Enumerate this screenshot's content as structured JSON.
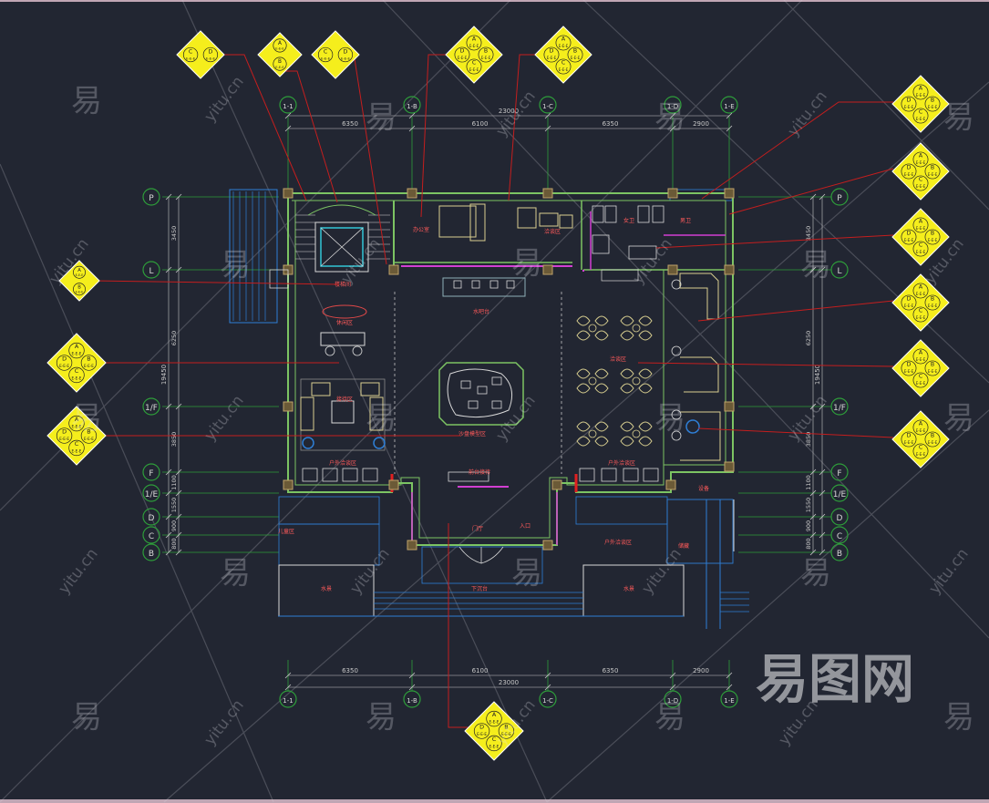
{
  "grid": {
    "x_axes": [
      "1-1",
      "1-B",
      "1-C",
      "1-D",
      "1-E"
    ],
    "y_axes": [
      "P",
      "L",
      "1/F",
      "F",
      "1/E",
      "D",
      "C",
      "B"
    ],
    "top_spans": [
      "6350",
      "6100",
      "6350",
      "2900"
    ],
    "top_total": "23000",
    "bottom_spans": [
      "6350",
      "6100",
      "6350",
      "2900"
    ],
    "bottom_total": "23000",
    "left_spans": [
      "3450",
      "6250",
      "3850",
      "1100",
      "1550",
      "900",
      "800"
    ],
    "left_total": "19450",
    "right_spans": [
      "3450",
      "6250",
      "3850",
      "1100",
      "1550",
      "900",
      "800"
    ],
    "right_total": "19450"
  },
  "rooms": {
    "stair": "楼梯间",
    "lounge": "休闲区",
    "reception": "接待区",
    "bar": "水吧台",
    "office": "办公室",
    "meeting": "洽谈区",
    "wc1": "女卫",
    "wc2": "男卫",
    "sandtable": "沙盘模型区",
    "dining": "洽谈区",
    "hall": "门厅",
    "entrance": "入口",
    "booth": "户外洽谈区",
    "storage": "储藏",
    "equipment": "设备",
    "water": "水景",
    "water2": "水景",
    "stepdown": "下沉台",
    "left_booth": "户外洽谈区",
    "right_booth": "户外洽谈区",
    "reception_desk": "前台接待",
    "kids": "儿童区"
  },
  "elevation_tags": {
    "letters4": [
      "A",
      "B",
      "C",
      "D"
    ],
    "letters2ab": [
      "A",
      "B"
    ],
    "letters2cd": [
      "C",
      "D"
    ],
    "code": "E-E-E"
  },
  "watermark": {
    "char": "易",
    "site": "yitu.cn",
    "logo": "易图网"
  },
  "colors": {
    "background": "#222632",
    "wall": "#7cc463",
    "column": "#bfa36a",
    "axis": "#2e9e3a",
    "dim": "#c7c7c7",
    "leader": "#c41e1e",
    "tag": "#f5ee1c",
    "furniture": "#d9cf90",
    "exterior": "#2f7fd6",
    "magenta": "#d23fd2",
    "cyan": "#33c6d6"
  }
}
